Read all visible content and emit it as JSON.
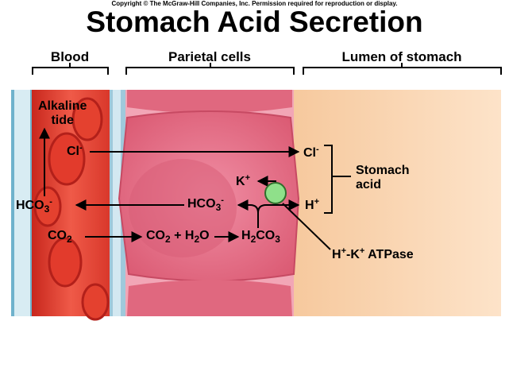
{
  "header": {
    "copyright": "Copyright © The McGraw-Hill Companies, Inc. Permission required for reproduction or display.",
    "title": "Stomach Acid Secretion"
  },
  "regions": {
    "blood": "Blood",
    "parietal": "Parietal cells",
    "lumen": "Lumen of stomach"
  },
  "labels": {
    "alkaline_tide_1": "Alkaline",
    "alkaline_tide_2": "tide",
    "cl_blood": "Cl",
    "cl_blood_sup": "-",
    "cl_lumen": "Cl",
    "cl_lumen_sup": "-",
    "k_ion": "K",
    "k_ion_sup": "+",
    "h_ion": "H",
    "h_ion_sup": "+",
    "hco3_blood": "HCO",
    "hco3_blood_sub": "3",
    "hco3_blood_sup": "-",
    "hco3_cell": "HCO",
    "hco3_cell_sub": "3",
    "hco3_cell_sup": "-",
    "co2_blood": "CO",
    "co2_blood_sub": "2",
    "co2_cell": "CO",
    "co2_cell_sub": "2",
    "plus_sign": " + H",
    "h2o_sub": "2",
    "h2o_o": "O",
    "h2co3_h": "H",
    "h2co3_sub1": "2",
    "h2co3_co": "CO",
    "h2co3_sub2": "3",
    "stomach_acid_1": "Stomach",
    "stomach_acid_2": "acid",
    "atpase_h": "H",
    "atpase_h_sup": "+",
    "atpase_k": "-K",
    "atpase_k_sup": "+",
    "atpase_name": " ATPase"
  },
  "colors": {
    "blood": "#e5483a",
    "vessel_wall": "#a9cfe0",
    "cell": "#e8708a",
    "lumen": "#fbd6b4",
    "pump": "#8fe08a"
  }
}
